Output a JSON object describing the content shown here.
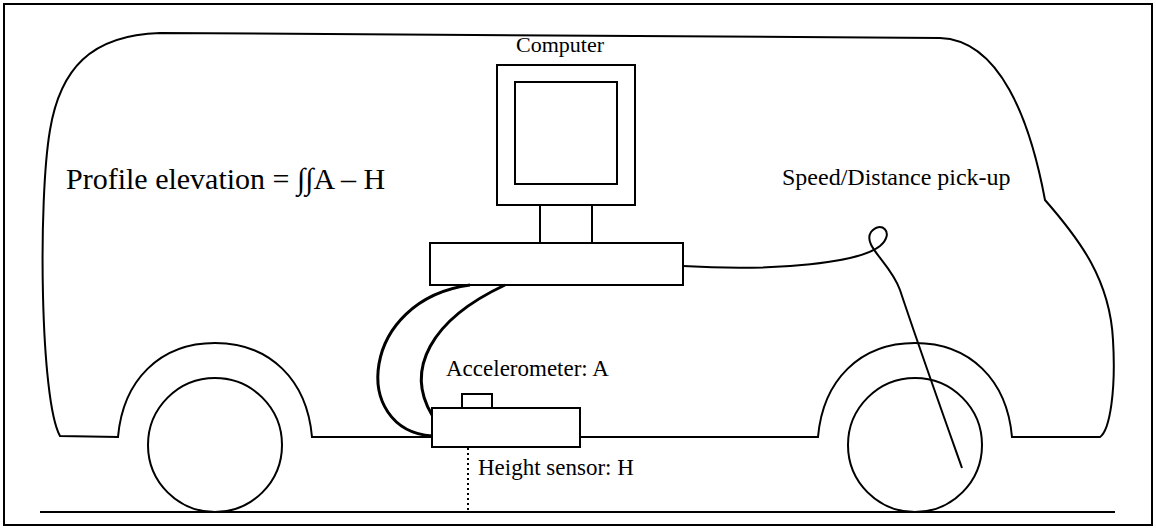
{
  "diagram": {
    "labels": [
      "Computer",
      "Profile elevation = ∫∫A – H",
      "Speed/Distance pick-up",
      "Accelerometer: A",
      "Height sensor: H"
    ]
  }
}
